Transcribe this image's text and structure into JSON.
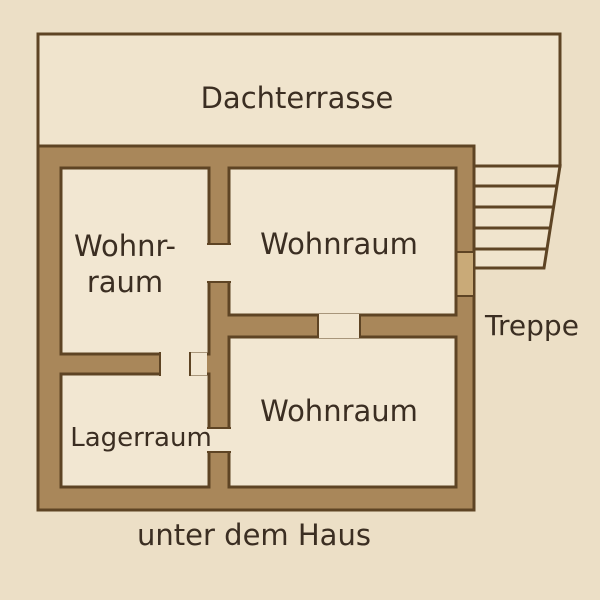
{
  "colors": {
    "paper": "#ecdfc6",
    "wall": "#a9875a",
    "wall_edge": "#5e4424",
    "floor": "#f2e7d2",
    "ink": "#3b2e22"
  },
  "labels": {
    "terrace": "Dachterrasse",
    "room_top_left_line1": "Wohnr-",
    "room_top_left_line2": "raum",
    "room_top_right": "Wohnraum",
    "room_bottom_right": "Wohnraum",
    "storage": "Lagerraum",
    "stairs": "Treppe",
    "below": "unter dem Haus"
  }
}
